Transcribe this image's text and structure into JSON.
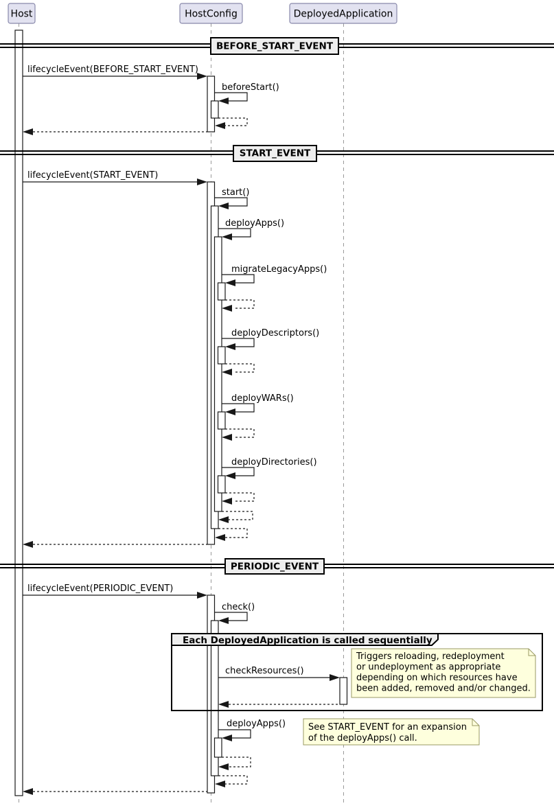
{
  "diagram_type": "uml-sequence",
  "participants": [
    {
      "name": "Host"
    },
    {
      "name": "HostConfig"
    },
    {
      "name": "DeployedApplication"
    }
  ],
  "dividers": [
    {
      "label": "BEFORE_START_EVENT"
    },
    {
      "label": "START_EVENT"
    },
    {
      "label": "PERIODIC_EVENT"
    }
  ],
  "messages": {
    "lifecycle_before_start": "lifecycleEvent(BEFORE_START_EVENT)",
    "before_start": "beforeStart()",
    "lifecycle_start": "lifecycleEvent(START_EVENT)",
    "start": "start()",
    "deploy_apps": "deployApps()",
    "migrate_legacy_apps": "migrateLegacyApps()",
    "deploy_descriptors": "deployDescriptors()",
    "deploy_wars": "deployWARs()",
    "deploy_directories": "deployDirectories()",
    "lifecycle_periodic": "lifecycleEvent(PERIODIC_EVENT)",
    "check": "check()",
    "check_resources": "checkResources()",
    "deploy_apps_periodic": "deployApps()"
  },
  "group": {
    "label": "Each DeployedApplication is called sequentially"
  },
  "notes": [
    {
      "lines": [
        "Triggers reloading, redeployment",
        "or undeployment as appropriate",
        "depending on which resources have",
        "been added, removed and/or changed."
      ]
    },
    {
      "lines": [
        "See START_EVENT for an expansion",
        "of the deployApps() call."
      ]
    }
  ],
  "colors": {
    "participant_fill": "#E2E2F0",
    "participant_border": "#8888AA",
    "divider_fill": "#EEEEEE",
    "divider_border": "#000000",
    "note_fill": "#FEFFDD",
    "note_border": "#9A9A64",
    "activation_fill": "#FFFFFF",
    "line_color": "#181818",
    "lifeline_color": "#999999",
    "frame_border": "#000000",
    "frame_header_fill": "#EEEEEE"
  }
}
